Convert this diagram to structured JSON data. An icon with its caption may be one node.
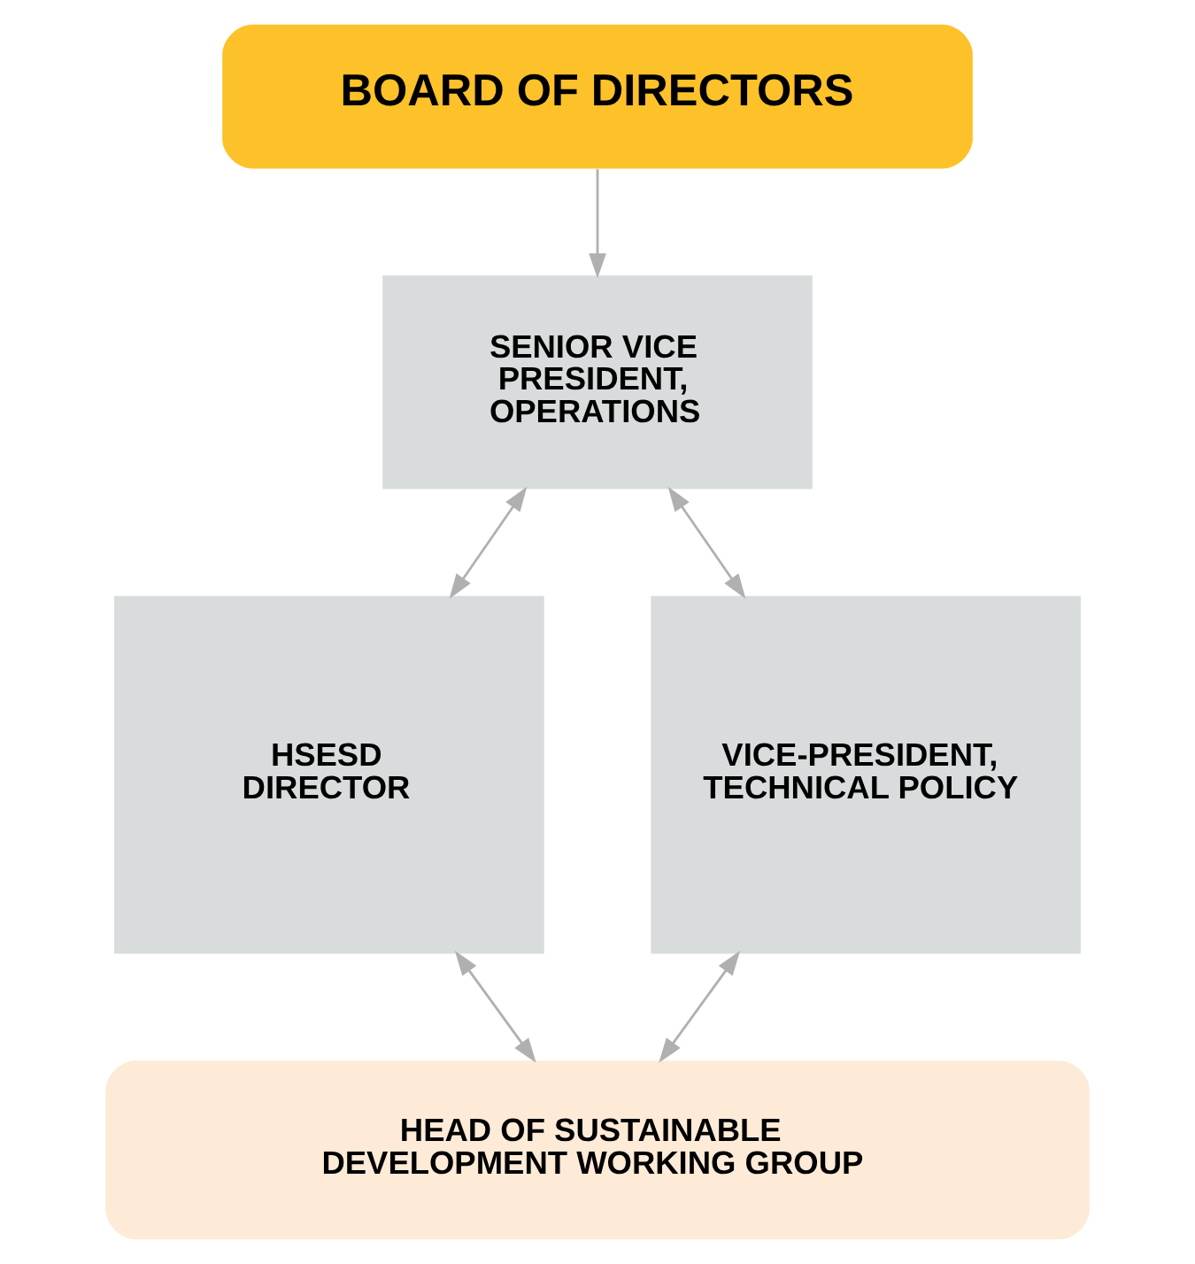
{
  "diagram": {
    "nodes": [
      {
        "text": [
          "BOARD OF DIRECTORS"
        ]
      },
      {
        "text": [
          "SENIOR VICE PRESIDENT, OPERATIONS"
        ]
      },
      {
        "text": [
          "HSESD DIRECTOR"
        ]
      },
      {
        "text": [
          "VICE-PRESIDENT, TECHNICAL POLICY"
        ]
      },
      {
        "text": [
          "HEAD OF SUSTAINABLE DEVELOPMENT WORKING GROUP"
        ]
      }
    ],
    "edges": [
      {
        "from": 0,
        "to": 1,
        "arrow": "to"
      },
      {
        "from": 1,
        "to": 2,
        "arrow": "both"
      },
      {
        "from": 1,
        "to": 3,
        "arrow": "both"
      },
      {
        "from": 2,
        "to": 4,
        "arrow": "both"
      },
      {
        "from": 3,
        "to": 4,
        "arrow": "both"
      }
    ]
  }
}
